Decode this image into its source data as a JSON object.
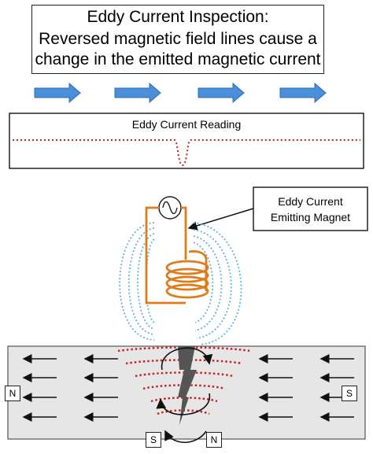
{
  "title": {
    "line1": "Eddy Current Inspection:",
    "line2": "Reversed magnetic field lines cause a",
    "line3": "change in the emitted magnetic current"
  },
  "reading": {
    "label": "Eddy Current Reading"
  },
  "magnet_label": {
    "line1": "Eddy Current",
    "line2": "Emitting Magnet"
  },
  "poles": {
    "left": "N",
    "right": "S",
    "bottom_left": "S",
    "bottom_right": "N"
  },
  "colors": {
    "arrow_fill": "#4a8fd8",
    "arrow_stroke": "#2e6fb5",
    "reading_line": "#cc2222",
    "coil": "#e07b1a",
    "field_lines": "#5bb5e0",
    "eddy": "#cc2222",
    "specimen": "#e6e6e6",
    "crack": "#555555"
  },
  "icons": {
    "ac_source": "ac-source-icon",
    "flow_arrow": "right-arrow-icon"
  }
}
